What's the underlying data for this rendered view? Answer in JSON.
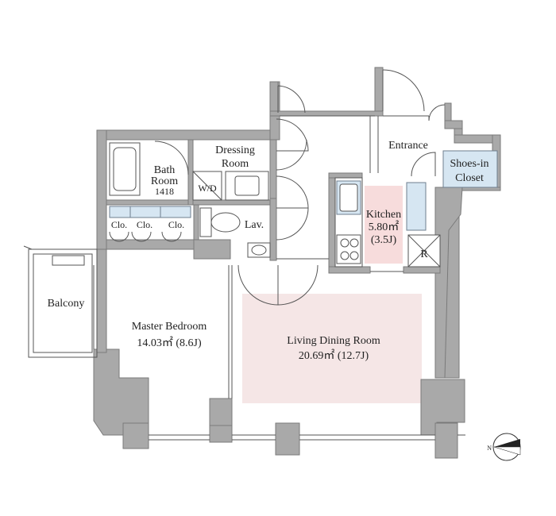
{
  "colors": {
    "wall": "#a9a9a9",
    "room_highlight": "#f5e6e6",
    "kitchen_highlight": "#f7dcdc",
    "fixture_blue": "#d6e6f2",
    "background": "#ffffff"
  },
  "rooms": {
    "bath_room": {
      "label_line1": "Bath",
      "label_line2": "Room",
      "size": "1418"
    },
    "wd": {
      "label": "W/D"
    },
    "dressing_room": {
      "label_line1": "Dressing",
      "label_line2": "Room"
    },
    "lav": {
      "label": "Lav."
    },
    "closets": [
      "Clo.",
      "Clo.",
      "Clo."
    ],
    "entrance": {
      "label": "Entrance"
    },
    "shoes_closet": {
      "label_line1": "Shoes-in",
      "label_line2": "Closet"
    },
    "kitchen": {
      "label": "Kitchen",
      "area": "5.80㎡",
      "jo": "(3.5J)"
    },
    "refrigerator": {
      "label": "R"
    },
    "balcony": {
      "label": "Balcony"
    },
    "master_bedroom": {
      "label": "Master Bedroom",
      "area": "14.03㎡ (8.6J)"
    },
    "living_dining": {
      "label": "Living Dining Room",
      "area": "20.69㎡ (12.7J)"
    }
  },
  "compass": {
    "letter": "N",
    "icon": "north-arrow-icon"
  }
}
